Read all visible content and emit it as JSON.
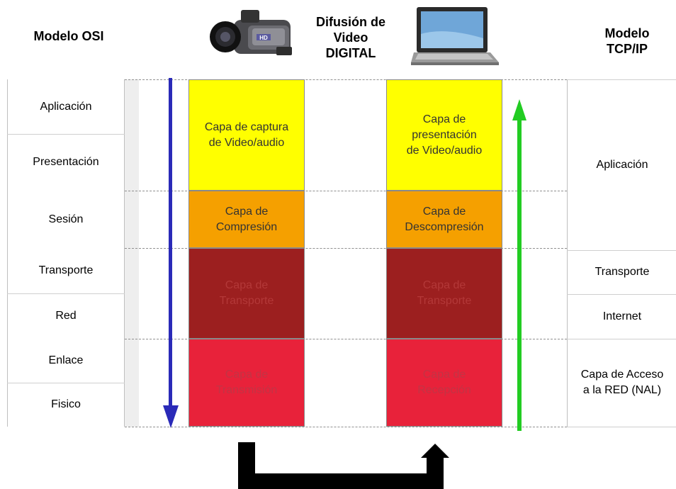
{
  "titles": {
    "osi": "Modelo OSI",
    "center": [
      "Difusión de",
      "Video",
      "DIGITAL"
    ],
    "tcp": [
      "Modelo",
      "TCP/IP"
    ]
  },
  "osi_layers": [
    "Aplicación",
    "Presentación",
    "Sesión",
    "Transporte",
    "Red",
    "Enlace",
    "Fisico"
  ],
  "sender_stack": [
    [
      "Capa de captura",
      "de Video/audio"
    ],
    [
      "Capa de",
      "Compresión"
    ],
    [
      "Capa de",
      "Transporte"
    ],
    [
      "Capa de",
      "Transmisión"
    ]
  ],
  "receiver_stack": [
    [
      "Capa de",
      "presentación",
      "de Video/audio"
    ],
    [
      "Capa de",
      "Descompresión"
    ],
    [
      "Capa de",
      "Transporte"
    ],
    [
      "Capa de",
      "Recepción"
    ]
  ],
  "tcp_layers": [
    [
      "Aplicación"
    ],
    [
      "Transporte"
    ],
    [
      "Internet"
    ],
    [
      "Capa de Acceso",
      "a la RED (NAL)"
    ]
  ],
  "icons": {
    "camera": "camcorder-icon",
    "camera_badge": "HD",
    "laptop": "laptop-icon"
  },
  "colors": {
    "capture": "#ffff00",
    "compression": "#f5a000",
    "transport": "#9c1f1f",
    "transmission": "#e8223a",
    "down_arrow": "#2a2ab8",
    "up_arrow": "#22cc22"
  }
}
